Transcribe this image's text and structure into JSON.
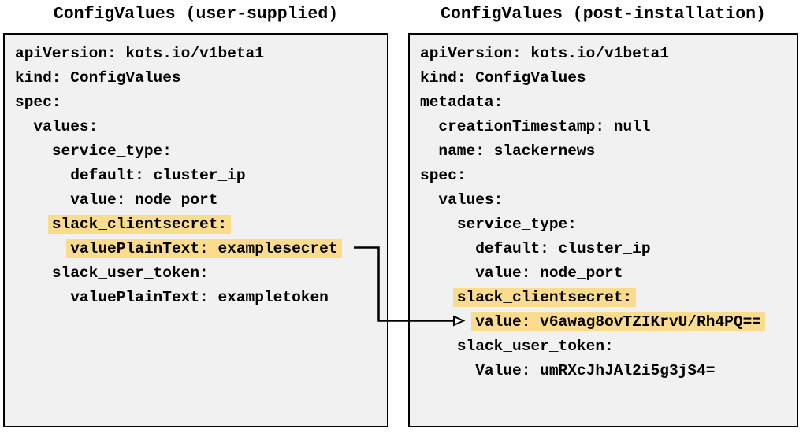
{
  "colors": {
    "highlight": "#fadc8e",
    "panel_bg": "#f1f1f1",
    "line_color": "#000000"
  },
  "panels": [
    {
      "id": "user-supplied",
      "title": "ConfigValues (user-supplied)",
      "lines": [
        {
          "indent": 0,
          "text": "apiVersion: kots.io/v1beta1",
          "highlight": false
        },
        {
          "indent": 0,
          "text": "kind: ConfigValues",
          "highlight": false
        },
        {
          "indent": 0,
          "text": "spec:",
          "highlight": false
        },
        {
          "indent": 2,
          "text": "values:",
          "highlight": false
        },
        {
          "indent": 4,
          "text": "service_type:",
          "highlight": false
        },
        {
          "indent": 6,
          "text": "default: cluster_ip",
          "highlight": false
        },
        {
          "indent": 6,
          "text": "value: node_port",
          "highlight": false
        },
        {
          "indent": 4,
          "text": "slack_clientsecret:",
          "highlight": true
        },
        {
          "indent": 6,
          "text": "valuePlainText: examplesecret",
          "highlight": true
        },
        {
          "indent": 4,
          "text": "slack_user_token:",
          "highlight": false
        },
        {
          "indent": 6,
          "text": "valuePlainText: exampletoken",
          "highlight": false
        }
      ]
    },
    {
      "id": "post-installation",
      "title": "ConfigValues (post-installation)",
      "lines": [
        {
          "indent": 0,
          "text": "apiVersion: kots.io/v1beta1",
          "highlight": false
        },
        {
          "indent": 0,
          "text": "kind: ConfigValues",
          "highlight": false
        },
        {
          "indent": 0,
          "text": "metadata:",
          "highlight": false
        },
        {
          "indent": 2,
          "text": "creationTimestamp: null",
          "highlight": false
        },
        {
          "indent": 2,
          "text": "name: slackernews",
          "highlight": false
        },
        {
          "indent": 0,
          "text": "spec:",
          "highlight": false
        },
        {
          "indent": 2,
          "text": "values:",
          "highlight": false
        },
        {
          "indent": 4,
          "text": "service_type:",
          "highlight": false
        },
        {
          "indent": 6,
          "text": "default: cluster_ip",
          "highlight": false
        },
        {
          "indent": 6,
          "text": "value: node_port",
          "highlight": false
        },
        {
          "indent": 4,
          "text": "slack_clientsecret:",
          "highlight": true
        },
        {
          "indent": 6,
          "text": "value: v6awag8ovTZIKrvU/Rh4PQ==",
          "highlight": true
        },
        {
          "indent": 4,
          "text": "slack_user_token:",
          "highlight": false
        },
        {
          "indent": 6,
          "text": "Value: umRXcJhJAl2i5g3jS4=",
          "highlight": false
        }
      ]
    }
  ],
  "arrow": {
    "meaning": "maps user-supplied plaintext secret to encrypted installed value",
    "from_text": "valuePlainText: examplesecret",
    "to_text": "value: v6awag8ovTZIKrvU/Rh4PQ=="
  }
}
